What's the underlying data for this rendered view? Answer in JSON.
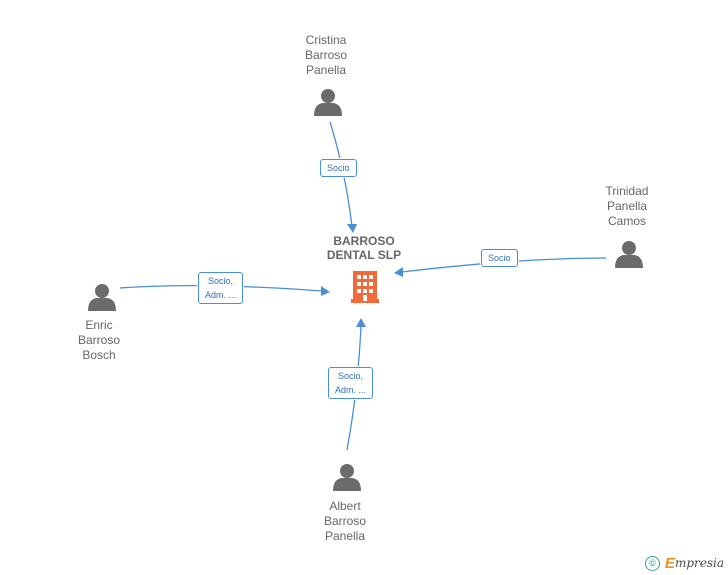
{
  "company": {
    "name_line1": "BARROSO",
    "name_line2": "DENTAL SLP",
    "icon": "building-icon",
    "icon_color": "#f26a3a"
  },
  "people": [
    {
      "id": "cristina",
      "lines": [
        "Cristina",
        "Barroso",
        "Panella"
      ],
      "relation": [
        "Socio"
      ]
    },
    {
      "id": "trinidad",
      "lines": [
        "Trinidad",
        "Panella",
        "Camos"
      ],
      "relation": [
        "Socio"
      ]
    },
    {
      "id": "enric",
      "lines": [
        "Enric",
        "Barroso",
        "Bosch"
      ],
      "relation": [
        "Socio,",
        "Adm. ..."
      ]
    },
    {
      "id": "albert",
      "lines": [
        "Albert",
        "Barroso",
        "Panella"
      ],
      "relation": [
        "Socio,",
        "Adm. ..."
      ]
    }
  ],
  "colors": {
    "edge": "#4a8fd6",
    "person_icon": "#6b6b6b",
    "text": "#666666"
  },
  "footer": {
    "copyright_symbol": "©",
    "brand_initial": "E",
    "brand_rest": "mpresia"
  }
}
